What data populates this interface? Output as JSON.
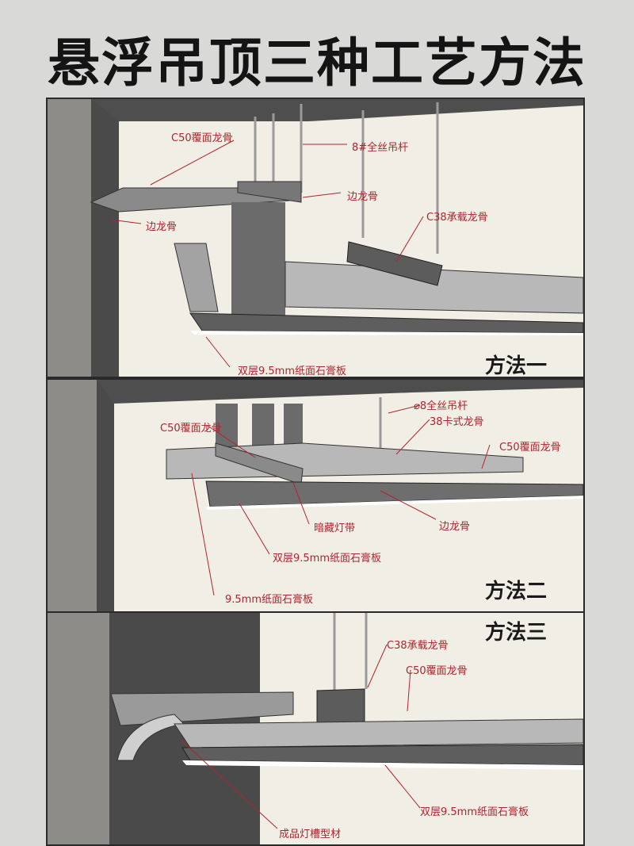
{
  "title": "悬浮吊顶三种工艺方法",
  "colors": {
    "label": "#b0242e",
    "leader": "#b0242e",
    "wall": "#4a4a4a",
    "concrete": "#8e8c88",
    "panel_bg": "#f1eee6"
  },
  "panels": [
    {
      "method": "方法一",
      "labels": [
        "C50覆面龙骨",
        "8#全丝吊杆",
        "边龙骨",
        "边龙骨",
        "C38承载龙骨",
        "双层9.5mm纸面石膏板"
      ]
    },
    {
      "method": "方法二",
      "labels": [
        "⌀8全丝吊杆",
        "38卡式龙骨",
        "C50覆面龙骨",
        "C50覆面龙骨",
        "暗藏灯带",
        "边龙骨",
        "双层9.5mm纸面石膏板",
        "9.5mm纸面石膏板"
      ]
    },
    {
      "method": "方法三",
      "labels": [
        "C38承载龙骨",
        "C50覆面龙骨",
        "双层9.5mm纸面石膏板",
        "成品灯槽型材"
      ]
    }
  ]
}
